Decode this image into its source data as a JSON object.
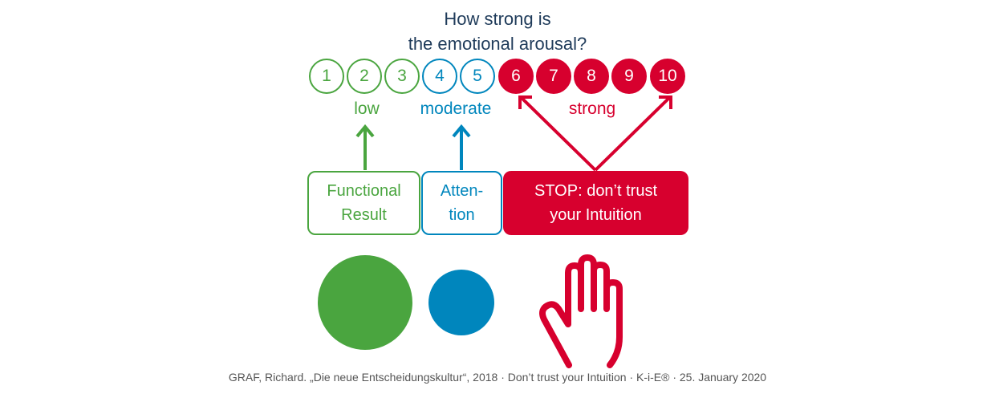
{
  "title": {
    "line1": "How strong is",
    "line2": "the emotional arousal?"
  },
  "scale": [
    {
      "value": "1",
      "level": "low"
    },
    {
      "value": "2",
      "level": "low"
    },
    {
      "value": "3",
      "level": "low"
    },
    {
      "value": "4",
      "level": "moderate"
    },
    {
      "value": "5",
      "level": "moderate"
    },
    {
      "value": "6",
      "level": "strong"
    },
    {
      "value": "7",
      "level": "strong"
    },
    {
      "value": "8",
      "level": "strong"
    },
    {
      "value": "9",
      "level": "strong"
    },
    {
      "value": "10",
      "level": "strong"
    }
  ],
  "levels": {
    "low": "low",
    "moderate": "moderate",
    "strong": "strong"
  },
  "boxes": {
    "functional": {
      "line1": "Functional",
      "line2": "Result"
    },
    "attention": {
      "line1": "Atten-",
      "line2": "tion"
    },
    "stop": {
      "line1": "STOP: don’t trust",
      "line2": "your Intuition"
    }
  },
  "icons": {
    "low": "green-circle",
    "moderate": "blue-circle",
    "strong": "stop-hand"
  },
  "colors": {
    "green": "#4aa53f",
    "blue": "#0086bd",
    "red": "#d7002e",
    "title": "#1f3b5a"
  },
  "footer": "GRAF, Richard. „Die neue Entscheidungskultur“, 2018 · Don’t trust your Intuition · K-i-E® · 25. January 2020"
}
